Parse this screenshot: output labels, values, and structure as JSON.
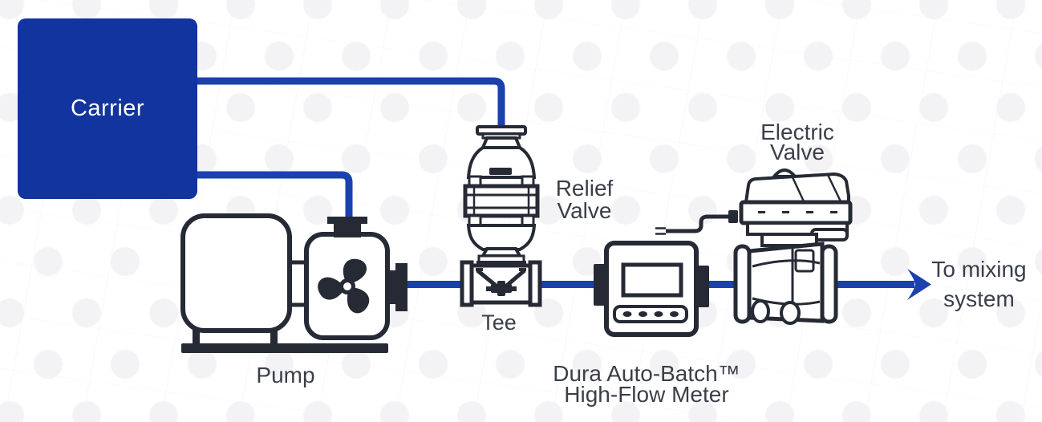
{
  "nodes": {
    "carrier": {
      "label": "Carrier"
    },
    "pump": {
      "label": "Pump"
    },
    "relief_valve": {
      "line1": "Relief",
      "line2": "Valve"
    },
    "tee": {
      "label": "Tee"
    },
    "flow_meter": {
      "line1": "Dura Auto-Batch™",
      "line2": "High-Flow Meter"
    },
    "electric_valve": {
      "line1": "Electric",
      "line2": "Valve"
    },
    "destination": {
      "line1": "To mixing",
      "line2": "system"
    }
  },
  "colors": {
    "carrier_fill": "#12349E",
    "pipe_blue": "#1A41AD",
    "line_dark": "#252A35",
    "label_text": "#3A3F49",
    "background_dot": "#F3F3F5"
  }
}
